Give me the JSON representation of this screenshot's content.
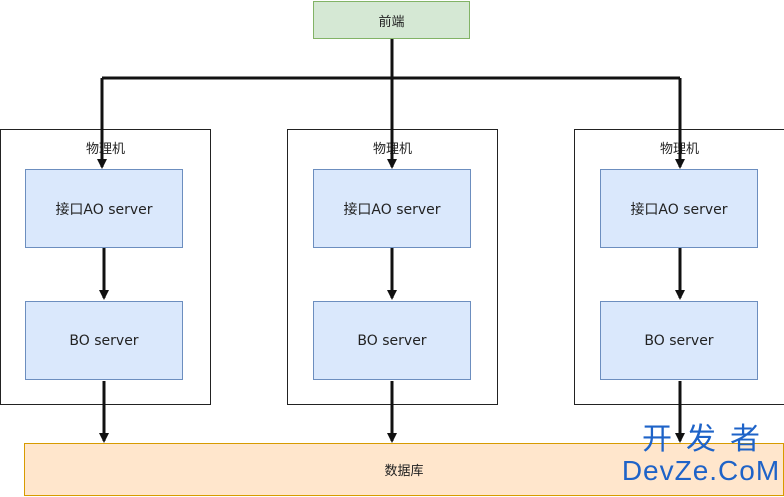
{
  "diagram": {
    "frontend_label": "前端",
    "machine_label": "物理机",
    "ao_server_label": "接口AO server",
    "bo_server_label": "BO server",
    "database_label": "数据库"
  },
  "watermark": {
    "line1": "开发者",
    "line2": "DevZe.CoM"
  },
  "colors": {
    "frontend_fill": "#d5e8d4",
    "server_fill": "#dae8fc",
    "database_fill": "#ffe6cc",
    "watermark": "#1e63c8"
  }
}
